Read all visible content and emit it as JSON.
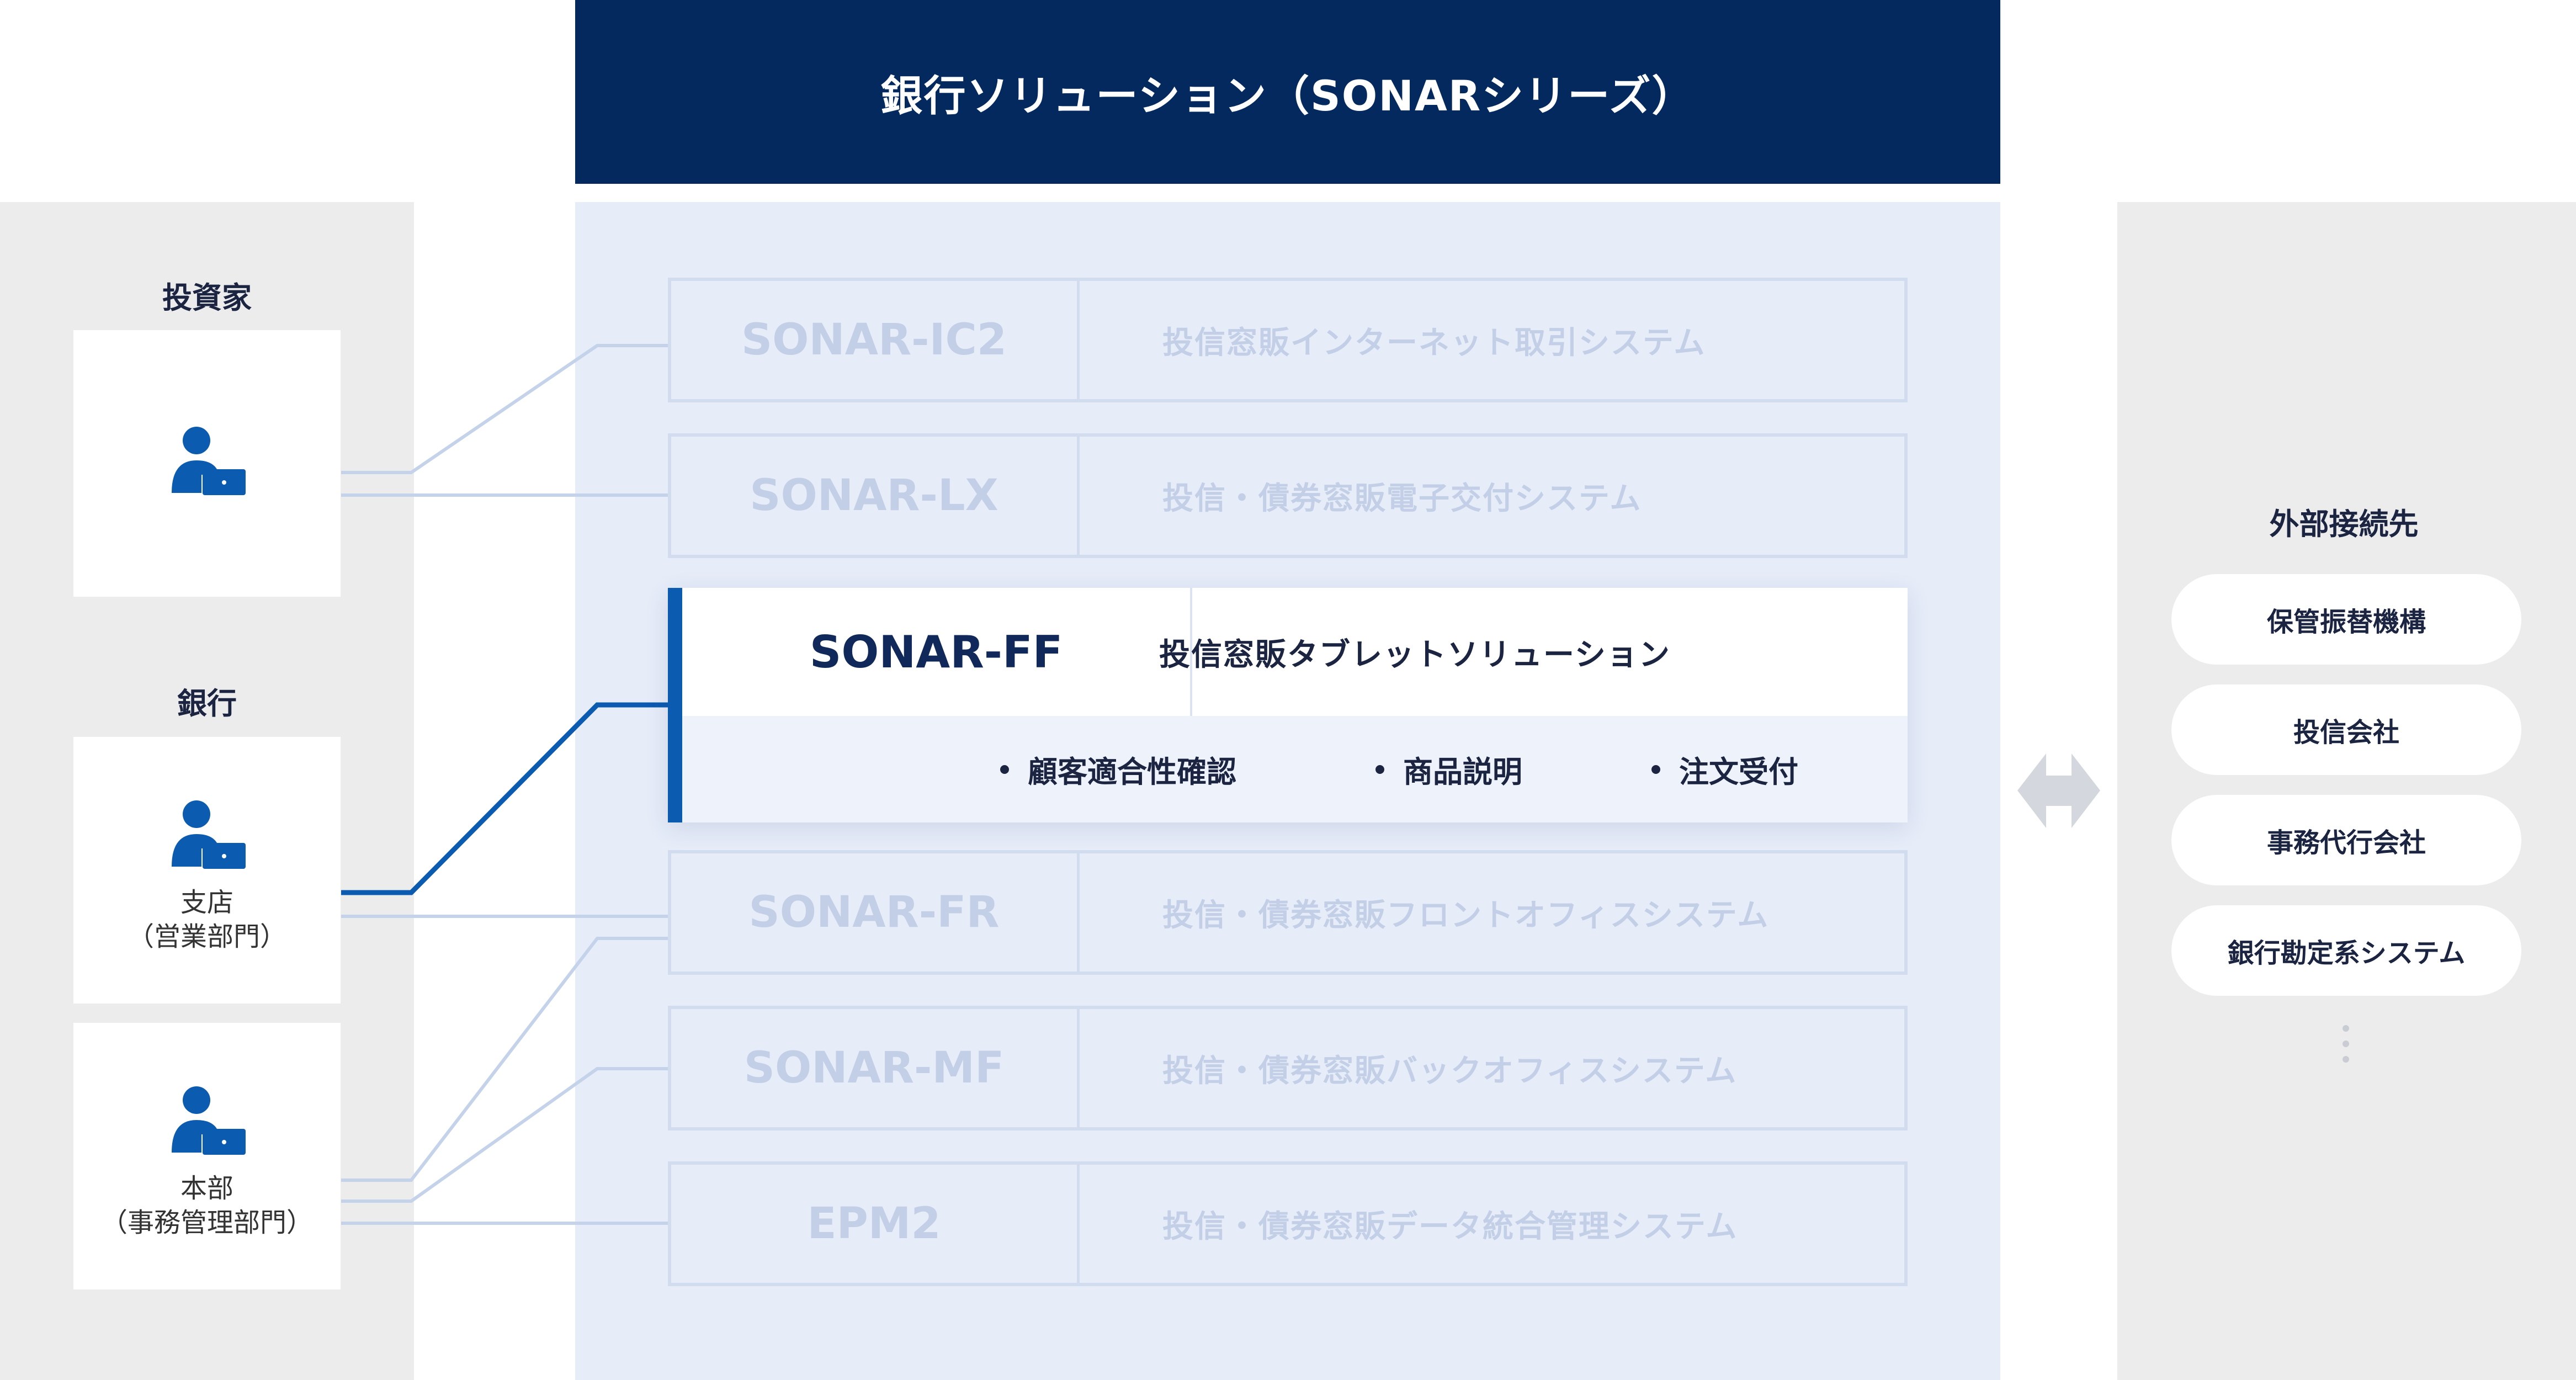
{
  "header": {
    "title": "銀行ソリューション（SONARシリーズ）"
  },
  "left": {
    "investor": {
      "label": "投資家"
    },
    "bank": {
      "label": "銀行"
    },
    "branch": {
      "line1": "支店",
      "line2": "（営業部門）"
    },
    "hq": {
      "line1": "本部",
      "line2": "（事務管理部門）"
    }
  },
  "systems": [
    {
      "code": "SONAR-IC2",
      "desc": "投信窓販インターネット取引システム"
    },
    {
      "code": "SONAR-LX",
      "desc": "投信・債券窓販電子交付システム"
    },
    {
      "code": "SONAR-FR",
      "desc": "投信・債券窓販フロントオフィスシステム"
    },
    {
      "code": "SONAR-MF",
      "desc": "投信・債券窓販バックオフィスシステム"
    },
    {
      "code": "EPM2",
      "desc": "投信・債券窓販データ統合管理システム"
    }
  ],
  "featured": {
    "code": "SONAR-FF",
    "desc": "投信窓販タブレットソリューション",
    "features": [
      "顧客適合性確認",
      "商品説明",
      "注文受付"
    ]
  },
  "external": {
    "title": "外部接続先",
    "items": [
      "保管振替機構",
      "投信会社",
      "事務代行会社",
      "銀行勘定系システム"
    ]
  },
  "colors": {
    "navy": "#03295f",
    "accent": "#0b5bb0",
    "panel_blue": "#e6ecf8",
    "panel_gray": "#ececec",
    "muted_text": "#c2cfe6"
  }
}
